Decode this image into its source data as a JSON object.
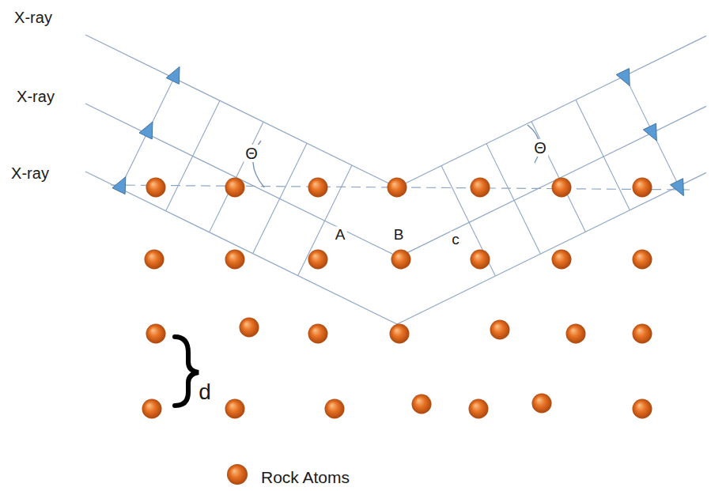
{
  "diagram": {
    "labels": [
      "X-ray",
      "X-ray",
      "X-ray",
      "Θ",
      "Θ",
      "A",
      "B",
      "c",
      "d"
    ],
    "legend": [
      {
        "text": "Rock Atoms"
      }
    ]
  }
}
